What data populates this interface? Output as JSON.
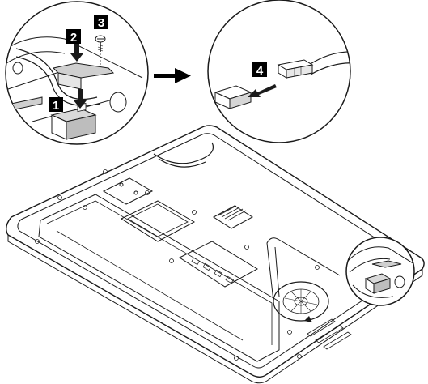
{
  "steps": [
    {
      "number": "1"
    },
    {
      "number": "2"
    },
    {
      "number": "3"
    },
    {
      "number": "4"
    }
  ],
  "colors": {
    "line": "#1a1a1a",
    "callout_fill": "#000000",
    "callout_text": "#ffffff",
    "shade": "#cfcfcf",
    "background": "#ffffff"
  },
  "icons": [
    "screw-icon",
    "push-down-arrow-icon",
    "process-arrow-icon",
    "pull-arrow-icon"
  ]
}
